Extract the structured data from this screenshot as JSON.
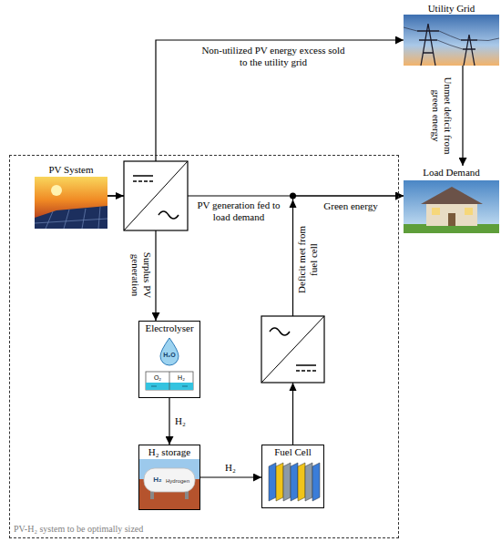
{
  "diagram": {
    "nodes": [
      {
        "text": [
          "Utility Grid"
        ]
      },
      {
        "text": [
          "PV-H₂ system to be optimally sized"
        ]
      },
      {
        "text": [
          "PV System"
        ],
        "in": 1
      },
      {
        "text": [
          "Electrolyser"
        ],
        "in": 1
      },
      {
        "text": [
          "H₂ storage"
        ],
        "in": 1
      },
      {
        "text": [
          "Fuel Cell"
        ],
        "in": 1
      },
      {
        "text": [
          "Load Demand"
        ]
      }
    ],
    "edges": [
      {
        "from": 2,
        "to": 0,
        "arrow": "to",
        "label": "Non-utilized PV energy excess sold to the utility grid"
      },
      {
        "from": 2,
        "to": 6,
        "arrow": "to",
        "label": "PV generation fed to load demand"
      },
      {
        "from": 2,
        "to": 3,
        "arrow": "to",
        "label": "Surplus PV generation"
      },
      {
        "from": 3,
        "to": 4,
        "arrow": "to",
        "label": "H₂"
      },
      {
        "from": 4,
        "to": 5,
        "arrow": "to",
        "label": "H₂"
      },
      {
        "from": 5,
        "to": 6,
        "arrow": "to",
        "label": "Deficit met from fuel cell"
      },
      {
        "from": 0,
        "to": 6,
        "arrow": "to",
        "label": "Unmet deficit from green energy"
      }
    ],
    "labels": [
      "Green energy",
      "H₂O",
      "O₂",
      "H₂",
      "H₂",
      "Hydrogen"
    ]
  }
}
